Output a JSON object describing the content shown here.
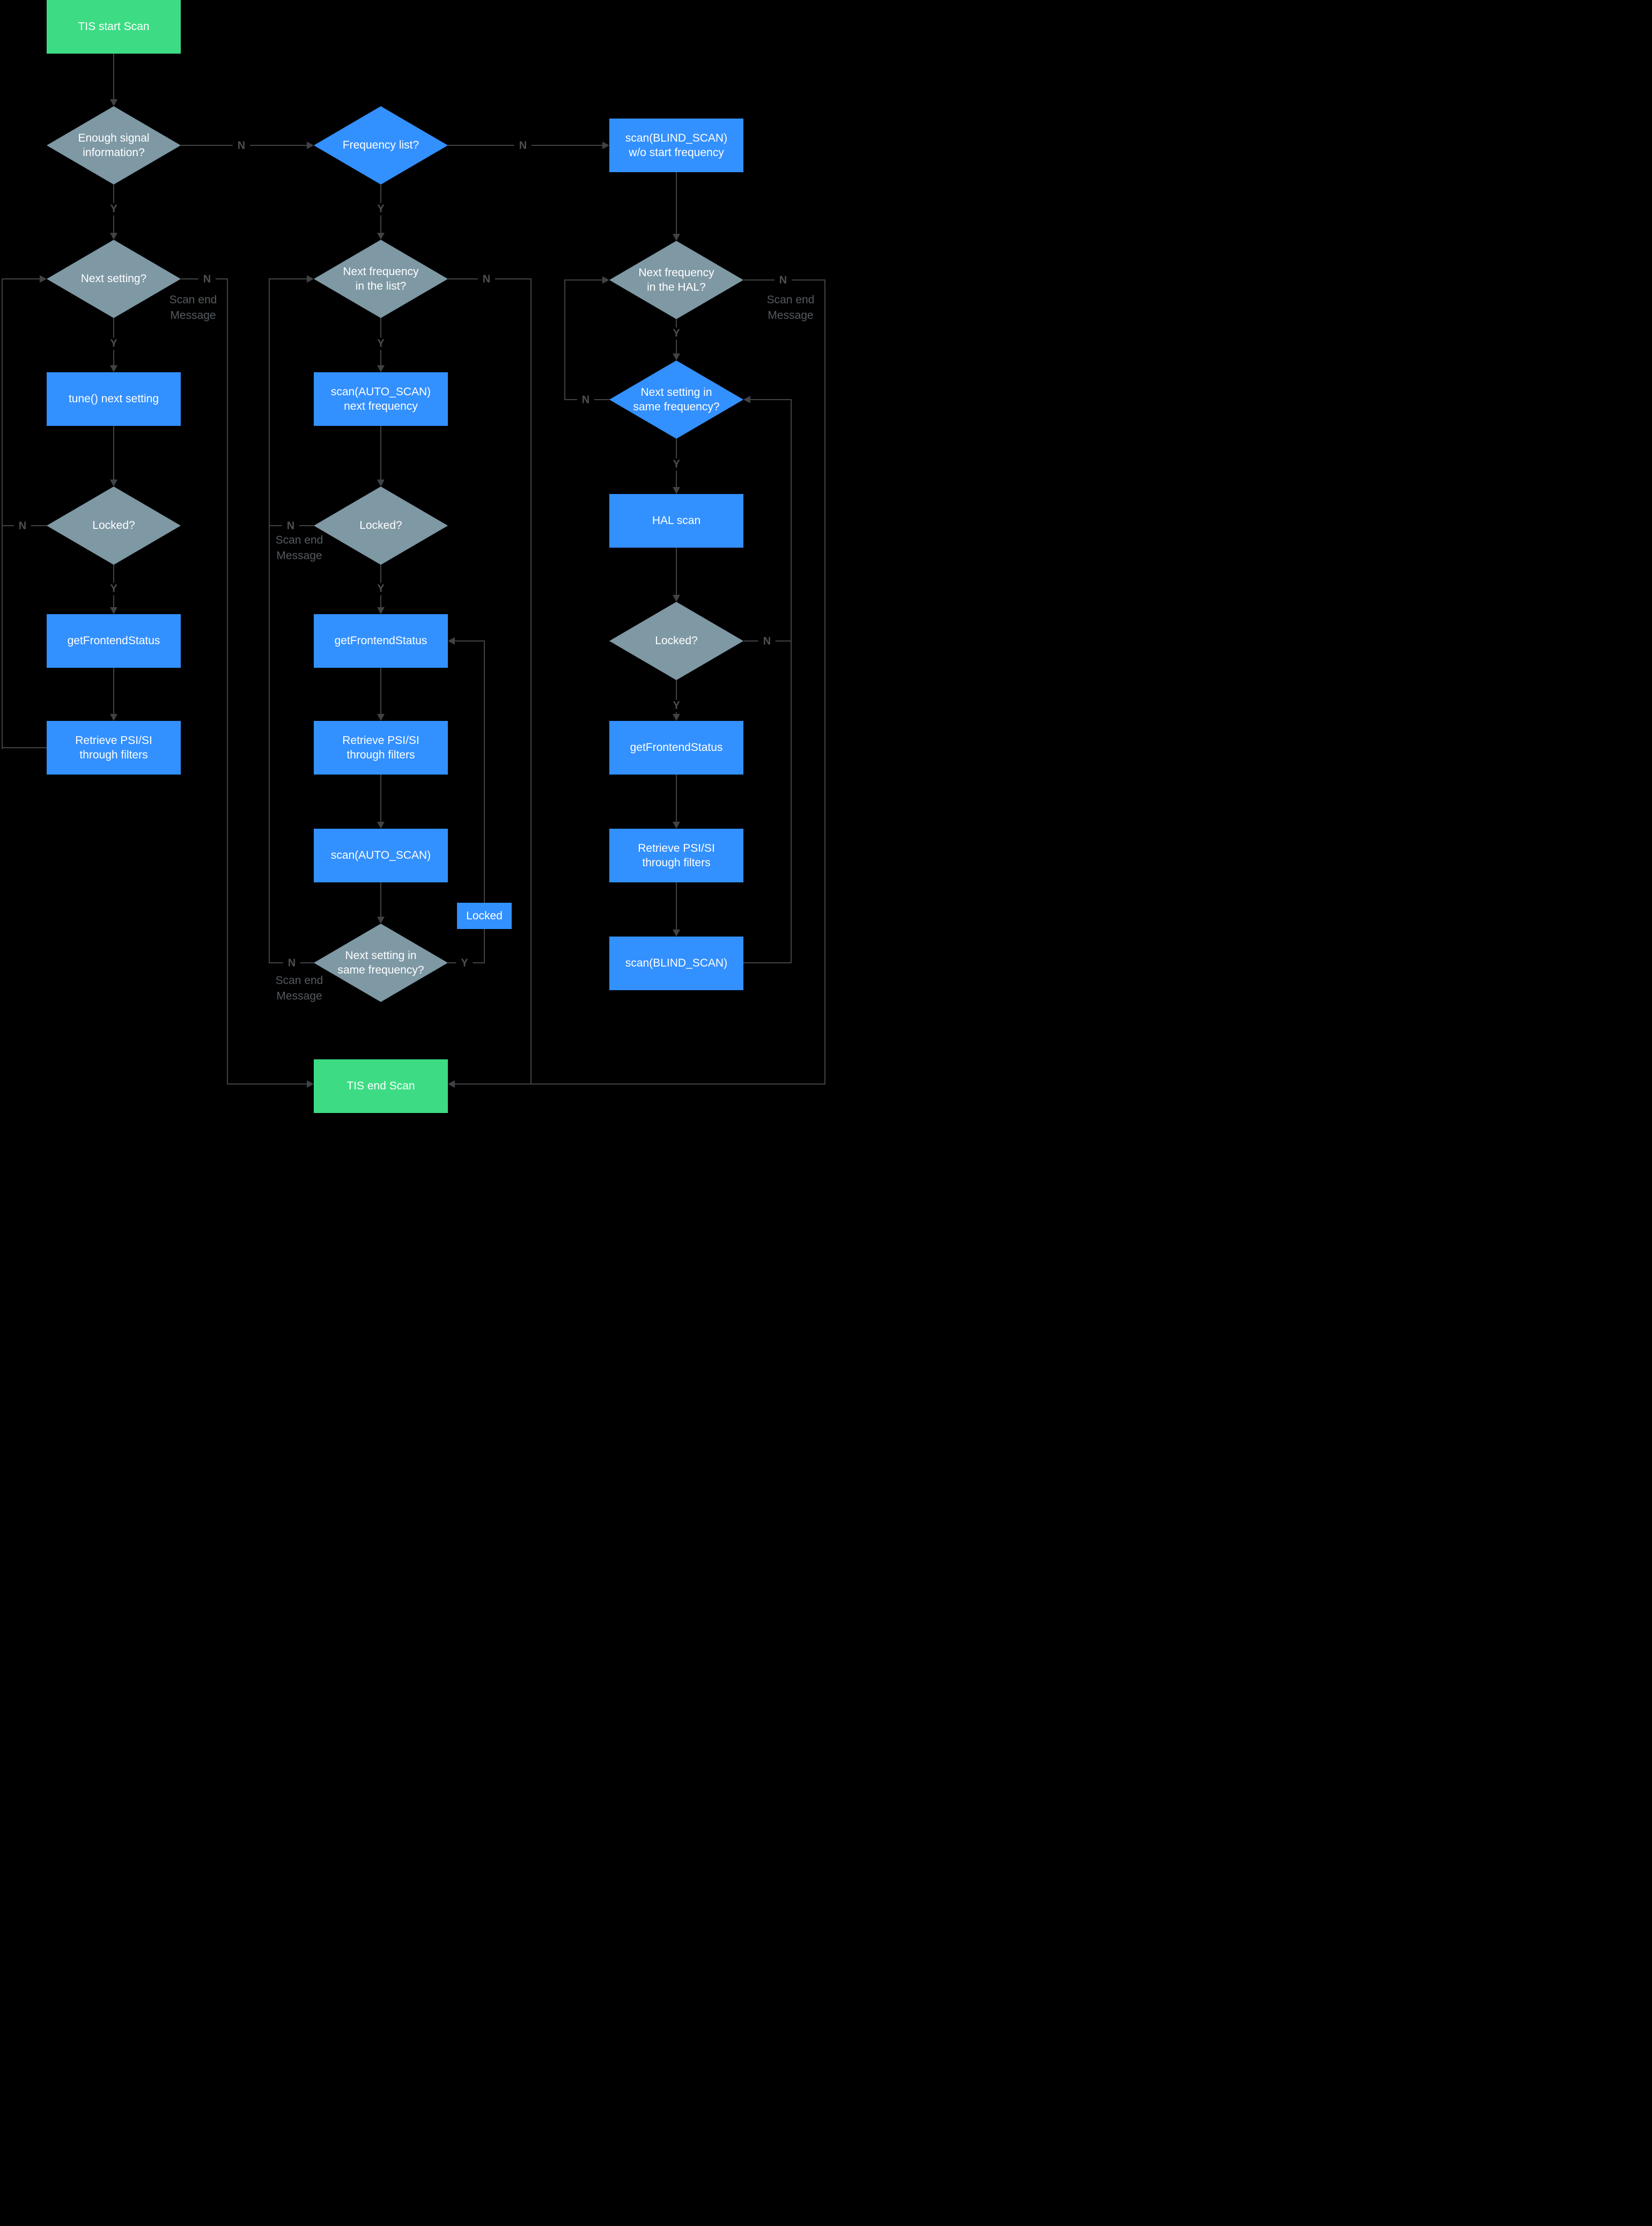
{
  "nodes": {
    "start": "TIS start Scan",
    "enough_signal": "Enough signal information?",
    "frequency_list": "Frequency list?",
    "blind_scan_wo": "scan(BLIND_SCAN) w/o start frequency",
    "next_setting": "Next setting?",
    "next_freq_list": "Next frequency in the list?",
    "next_freq_hal": "Next frequency in the HAL?",
    "tune_next": "tune() next setting",
    "scan_auto_next": "scan(AUTO_SCAN) next frequency",
    "next_setting_same_freq_right": "Next setting in same frequency?",
    "locked_left": "Locked?",
    "locked_mid": "Locked?",
    "locked_right": "Locked?",
    "hal_scan": "HAL scan",
    "gfs_left": "getFrontendStatus",
    "gfs_mid": "getFrontendStatus",
    "gfs_right": "getFrontendStatus",
    "psi_left": "Retrieve PSI/SI through filters",
    "psi_mid": "Retrieve PSI/SI through filters",
    "psi_right": "Retrieve PSI/SI through filters",
    "scan_auto": "scan(AUTO_SCAN)",
    "next_setting_same_freq_mid": "Next setting in same frequency?",
    "blind_scan": "scan(BLIND_SCAN)",
    "locked_tag": "Locked",
    "end": "TIS end Scan"
  },
  "labels": {
    "yes": "Y",
    "no": "N",
    "scan_end_1": "Scan end",
    "scan_end_2": "Message"
  },
  "colors": {
    "background": "#000000",
    "terminator": "#3ddc84",
    "process": "#3390ff",
    "decision_gray": "#7e98a4",
    "decision_blue": "#3390ff",
    "connector": "#404245",
    "branch_label": "#4c5053",
    "message_label": "#565b5f",
    "node_text": "#ffffff"
  }
}
